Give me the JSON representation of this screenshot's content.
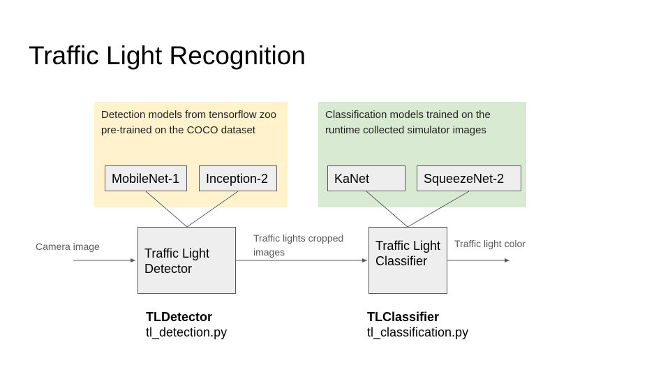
{
  "slide": {
    "title": "Traffic Light Recognition"
  },
  "detection_group": {
    "caption": "Detection models from tensorflow zoo pre-trained on the COCO dataset",
    "color": "#fff2cc",
    "models": [
      "MobileNet-1",
      "Inception-2"
    ]
  },
  "classification_group": {
    "caption": "Classification models trained on the runtime collected simulator images",
    "color": "#d9ead3",
    "models": [
      "KaNet",
      "SqueezeNet-2"
    ]
  },
  "detector": {
    "label": "Traffic Light Detector",
    "name": "TLDetector",
    "file": "tl_detection.py"
  },
  "classifier": {
    "label": "Traffic Light Classifier",
    "name": "TLClassifier",
    "file": "tl_classification.py"
  },
  "flow": {
    "input": "Camera image",
    "intermediate": "Traffic lights cropped images",
    "output": "Traffic light color"
  },
  "colors": {
    "box_fill": "#eeeeee",
    "box_border": "#595959",
    "connector": "#595959",
    "flow_text": "#595959"
  }
}
